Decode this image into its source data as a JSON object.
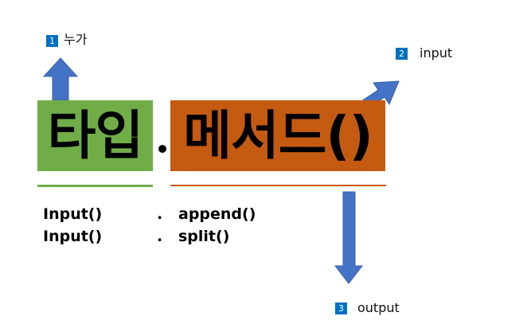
{
  "callouts": [
    {
      "number": "1",
      "label": "누가"
    },
    {
      "number": "2",
      "label": "input"
    },
    {
      "number": "3",
      "label": "output"
    }
  ],
  "diagram": {
    "type_label": "타입",
    "separator": ".",
    "method_label": "메서드()"
  },
  "examples": [
    {
      "type": "Input()",
      "dot": ".",
      "method": "append()"
    },
    {
      "type": "Input()",
      "dot": ".",
      "method": "split()"
    }
  ],
  "colors": {
    "type_box": "#70ad47",
    "method_box": "#c55a11",
    "arrow": "#4472c4",
    "badge": "#0070c0"
  }
}
